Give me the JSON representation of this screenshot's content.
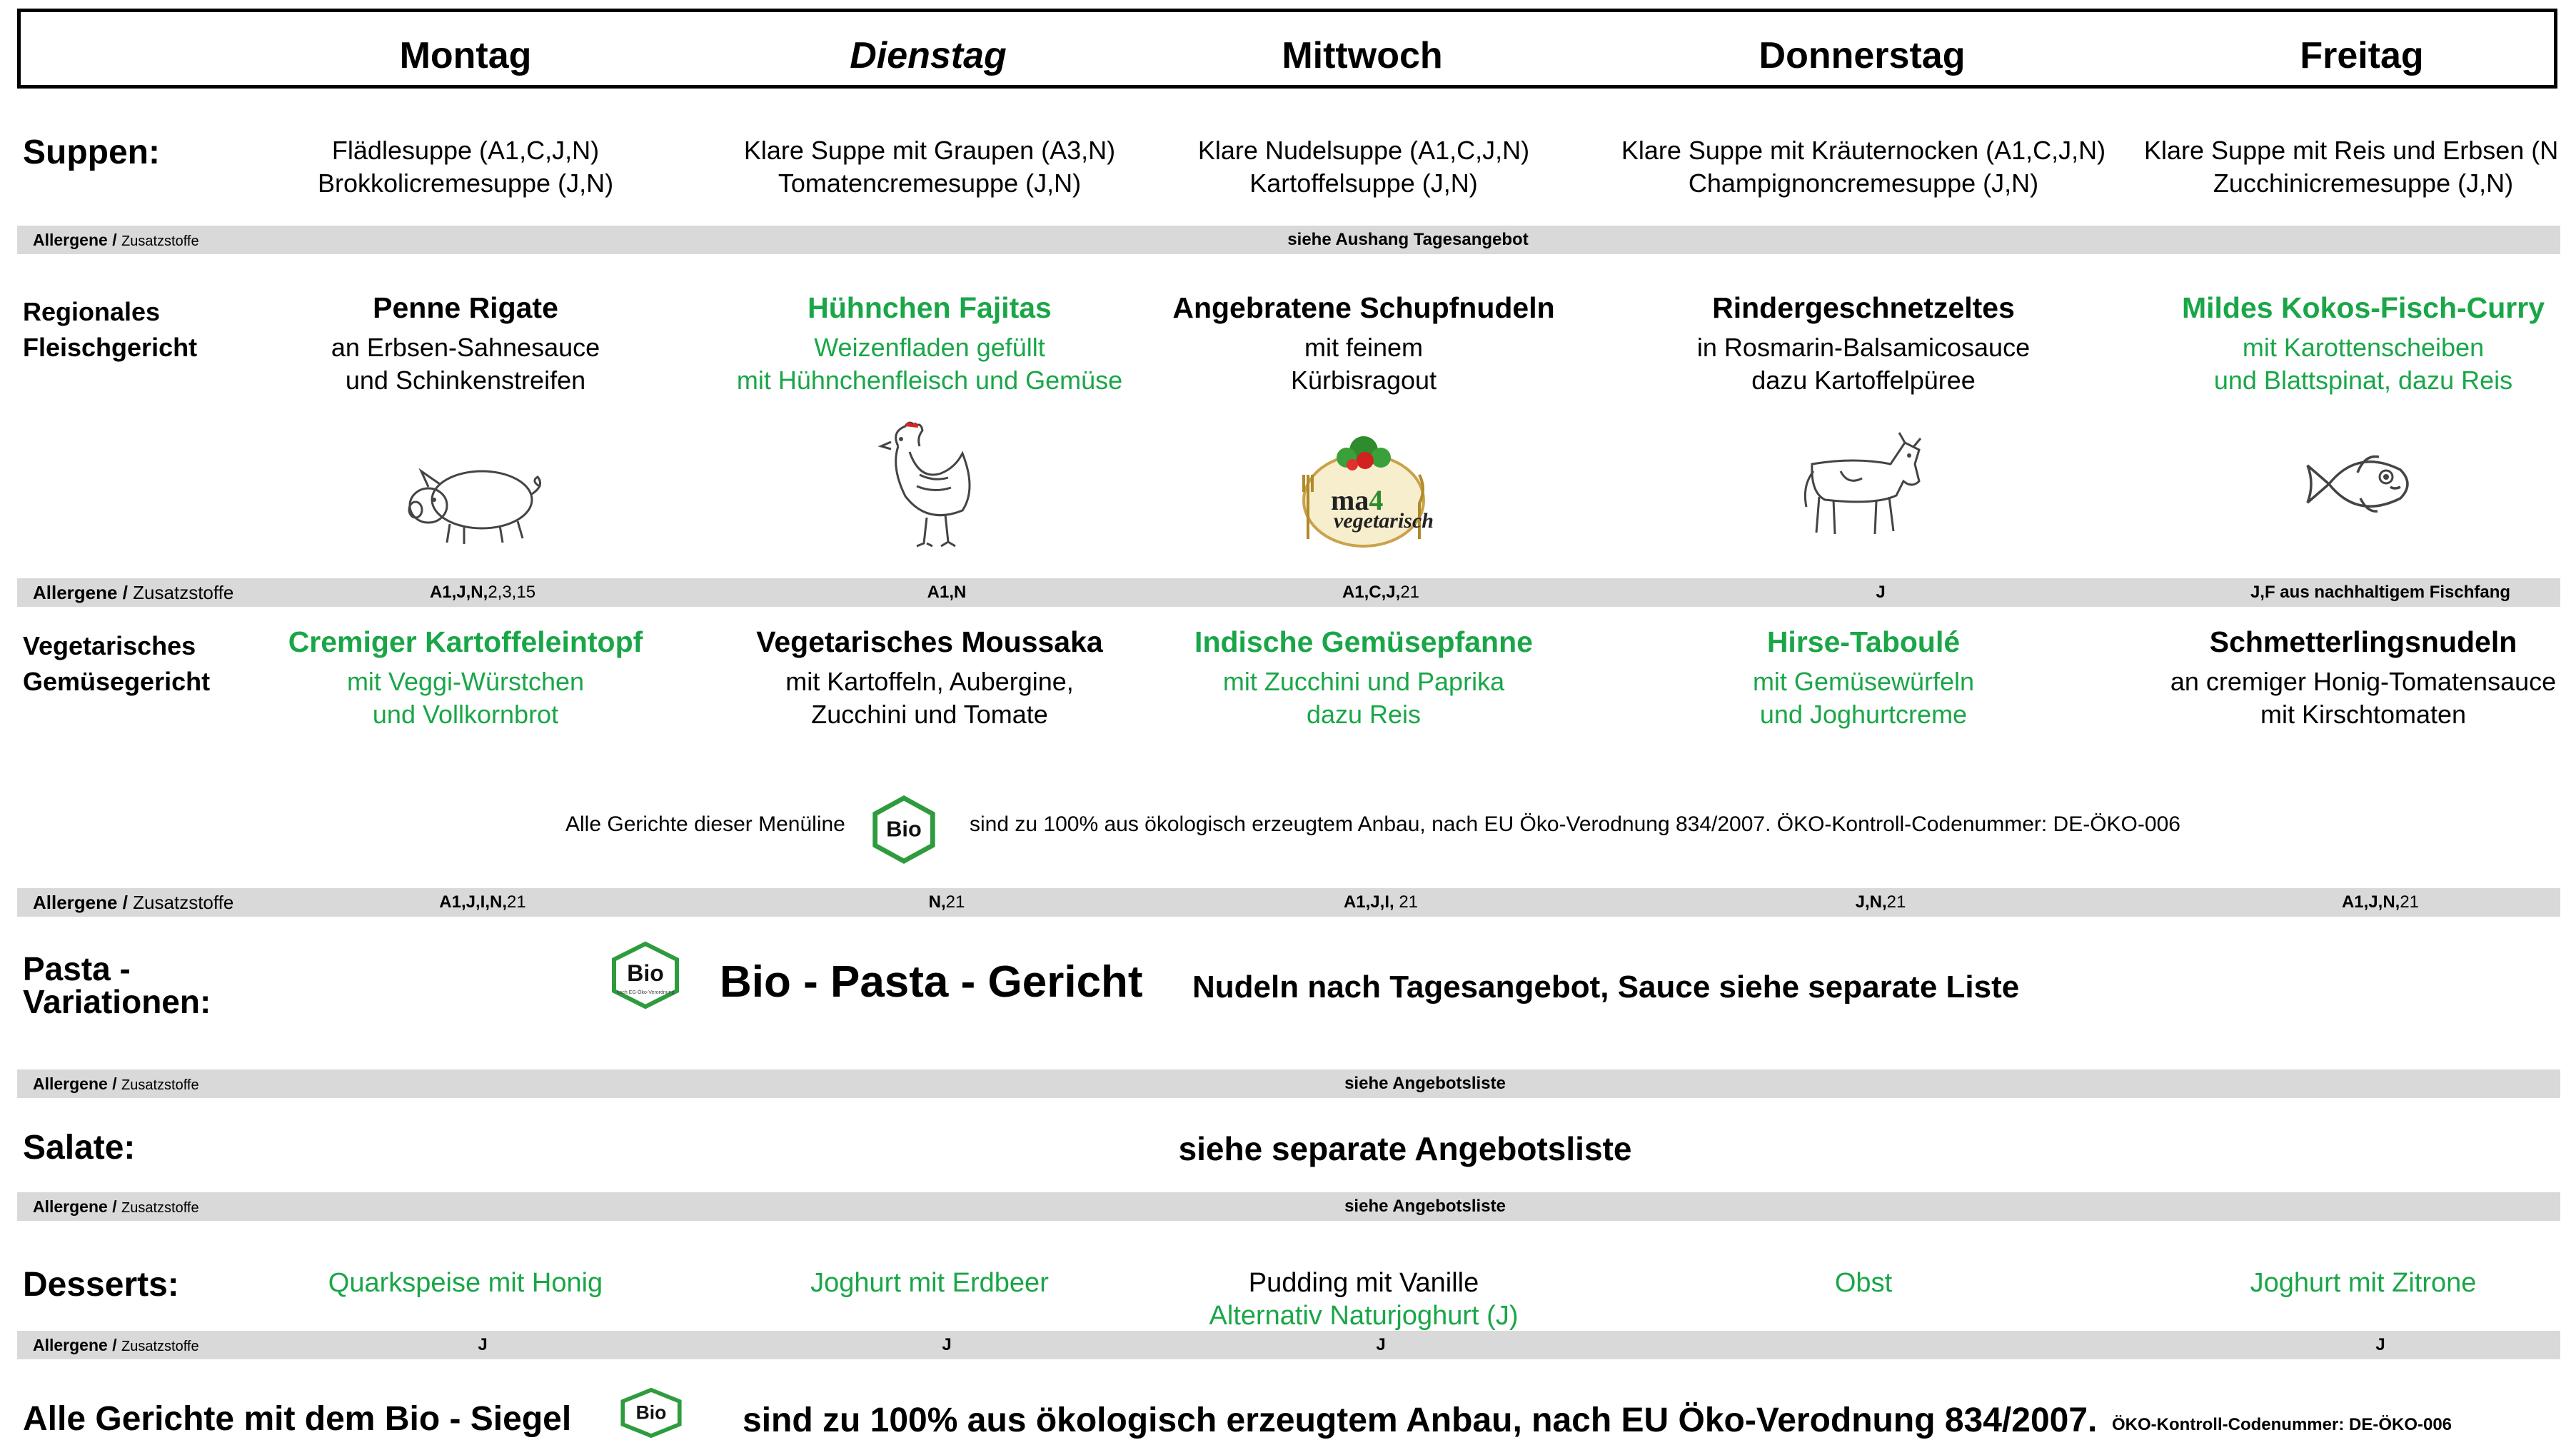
{
  "days": [
    {
      "name": "Montag",
      "italic": false
    },
    {
      "name": "Dienstag",
      "italic": true
    },
    {
      "name": "Mittwoch",
      "italic": false
    },
    {
      "name": "Donnerstag",
      "italic": false
    },
    {
      "name": "Freitag",
      "italic": false
    }
  ],
  "colors": {
    "green": "#1aa648",
    "bar_grey": "#d9d9d9"
  },
  "allergen_label": {
    "main": "Allergene /",
    "sub": "Zusatzstoffe"
  },
  "soups": {
    "label": "Suppen:",
    "items": [
      {
        "line1": "Flädlesuppe (A1,C,J,N)",
        "line2": "Brokkolicremesuppe  (J,N)"
      },
      {
        "line1": "Klare Suppe mit Graupen (A3,N)",
        "line2": "Tomatencremesuppe (J,N)"
      },
      {
        "line1": "Klare Nudelsuppe (A1,C,J,N)",
        "line2": "Kartoffelsuppe (J,N)"
      },
      {
        "line1": "Klare Suppe mit Kräuternocken (A1,C,J,N)",
        "line2": "Champignoncremesuppe (J,N)"
      },
      {
        "line1": "Klare Suppe mit Reis und Erbsen (N",
        "line2": "Zucchinicremesuppe (J,N)"
      }
    ],
    "allergen_note": "siehe Aushang Tagesangebot"
  },
  "regional_meat": {
    "label_line1": "Regionales",
    "label_line2": "Fleischgericht",
    "items": [
      {
        "title": "Penne Rigate",
        "line1": "an Erbsen-Sahnesauce",
        "line2": "und Schinkenstreifen",
        "green": false,
        "icon": "pig-icon"
      },
      {
        "title": "Hühnchen Fajitas",
        "line1": "Weizenfladen gefüllt",
        "line2": "mit Hühnchenfleisch und Gemüse",
        "green": true,
        "icon": "chicken-icon"
      },
      {
        "title": "Angebratene Schupfnudeln",
        "line1": "mit feinem",
        "line2": "Kürbisragout",
        "green": false,
        "icon": "vegetarian-logo-icon"
      },
      {
        "title": "Rindergeschnetzeltes",
        "line1": "in Rosmarin-Balsamicosauce",
        "line2": "dazu Kartoffelpüree",
        "green": false,
        "icon": "cow-icon"
      },
      {
        "title": "Mildes Kokos-Fisch-Curry",
        "line1": "mit Karottenscheiben",
        "line2": "und Blattspinat, dazu Reis",
        "green": true,
        "icon": "fish-icon"
      }
    ],
    "vegetarian_logo_text": {
      "top": "ma",
      "digit": "4",
      "bottom": "vegetarisch"
    },
    "allergens": [
      {
        "bold": "A1,J,N,",
        "rest": "2,3,15"
      },
      {
        "bold": "A1,N",
        "rest": ""
      },
      {
        "bold": "A1,C,J,",
        "rest": "21"
      },
      {
        "bold": "J",
        "rest": ""
      },
      {
        "bold": "J,F aus nachhaltigem Fischfang",
        "rest": ""
      }
    ]
  },
  "vegetarian": {
    "label_line1": "Vegetarisches",
    "label_line2": "Gemüsegericht",
    "items": [
      {
        "title": "Cremiger Kartoffeleintopf",
        "line1": "mit Veggi-Würstchen",
        "line2": "und Vollkornbrot",
        "green": true
      },
      {
        "title": "Vegetarisches Moussaka",
        "line1": "mit Kartoffeln, Aubergine,",
        "line2": "Zucchini und Tomate",
        "green": false
      },
      {
        "title": "Indische Gemüsepfanne",
        "line1": "mit Zucchini und Paprika",
        "line2": "dazu Reis",
        "green": true
      },
      {
        "title": "Hirse-Taboulé",
        "line1": "mit Gemüsewürfeln",
        "line2": "und Joghurtcreme",
        "green": true
      },
      {
        "title": "Schmetterlingsnudeln",
        "line1": "an cremiger Honig-Tomatensauce",
        "line2": "mit Kirschtomaten",
        "green": false
      }
    ],
    "bio_note_left": "Alle Gerichte dieser Menüline",
    "bio_note_right": "sind zu 100% aus ökologisch erzeugtem Anbau, nach EU Öko-Verodnung 834/2007. ÖKO-Kontroll-Codenummer: DE-ÖKO-006",
    "allergens": [
      {
        "bold": "A1,J,I,N,",
        "rest": "21"
      },
      {
        "bold": "N,",
        "rest": "21"
      },
      {
        "bold": "A1,J,I,",
        "rest": " 21"
      },
      {
        "bold": "J,N,",
        "rest": "21"
      },
      {
        "bold": "A1,J,N,",
        "rest": "21"
      }
    ]
  },
  "bio_logo": {
    "text": "Bio",
    "subtext": "nach EG-Öko-Verordnung"
  },
  "pasta": {
    "label_line1": "Pasta -",
    "label_line2": "Variationen:",
    "title": "Bio - Pasta - Gericht",
    "subtitle": "Nudeln nach Tagesangebot, Sauce siehe separate Liste",
    "allergen_note": "siehe Angebotsliste"
  },
  "salads": {
    "label": "Salate:",
    "text": "siehe separate Angebotsliste",
    "allergen_note": "siehe Angebotsliste"
  },
  "desserts": {
    "label": "Desserts:",
    "items": [
      {
        "line1": "Quarkspeise mit Honig",
        "line2": "",
        "green": true
      },
      {
        "line1": "Joghurt mit Erdbeer",
        "line2": "",
        "green": true
      },
      {
        "line1": "Pudding mit Vanille",
        "line2": "Alternativ Naturjoghurt (J)",
        "green": false
      },
      {
        "line1": "Obst",
        "line2": "",
        "green": true
      },
      {
        "line1": "Joghurt mit Zitrone",
        "line2": "",
        "green": true
      }
    ],
    "allergens": [
      "J",
      "J",
      "J",
      "",
      "J"
    ]
  },
  "footer": {
    "left": "Alle Gerichte mit dem Bio - Siegel",
    "middle": "sind zu 100% aus ökologisch erzeugtem Anbau, nach EU Öko-Verodnung 834/2007.",
    "small": "ÖKO-Kontroll-Codenummer: DE-ÖKO-006"
  }
}
